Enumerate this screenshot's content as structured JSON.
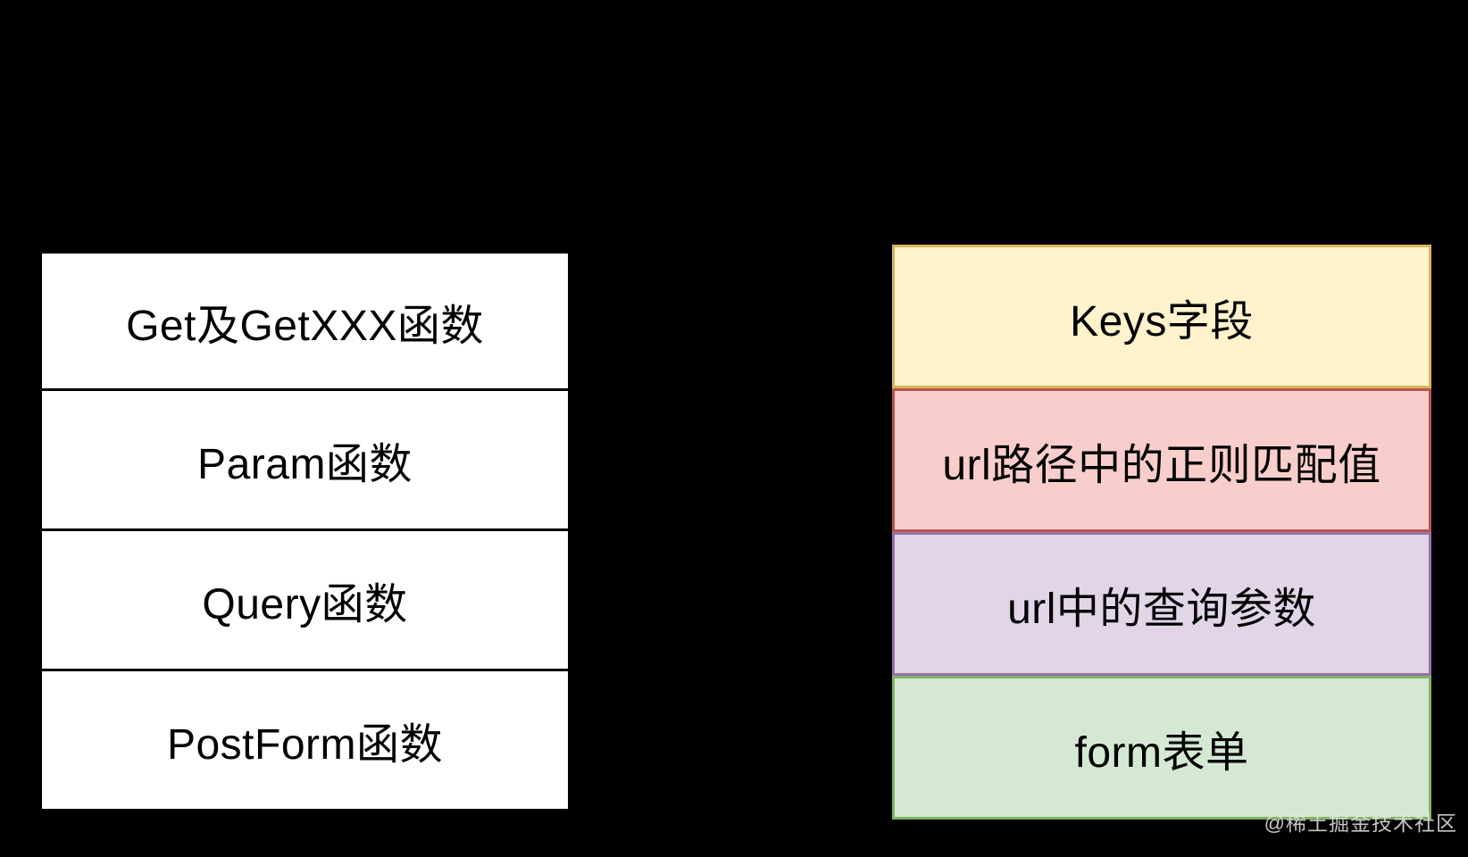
{
  "diagram": {
    "background_color": "#000000",
    "left_column": {
      "fill": "#FFFFFF",
      "stroke": "#000000",
      "text_color": "#000000",
      "rows": [
        {
          "label": "Get及GetXXX函数"
        },
        {
          "label": "Param函数"
        },
        {
          "label": "Query函数"
        },
        {
          "label": "PostForm函数"
        }
      ]
    },
    "right_column": {
      "text_color": "#000000",
      "rows": [
        {
          "label": "Keys字段",
          "fill": "#FFF2CC",
          "stroke": "#D6B656"
        },
        {
          "label": "url路径中的正则匹配值",
          "fill": "#F8CECC",
          "stroke": "#B85450"
        },
        {
          "label": "url中的查询参数",
          "fill": "#E1D5E7",
          "stroke": "#9673A6"
        },
        {
          "label": "form表单",
          "fill": "#D5E8D4",
          "stroke": "#82B366"
        }
      ]
    }
  },
  "watermark": {
    "text": "@稀土掘金技术社区",
    "color": "#E6E6E6"
  }
}
